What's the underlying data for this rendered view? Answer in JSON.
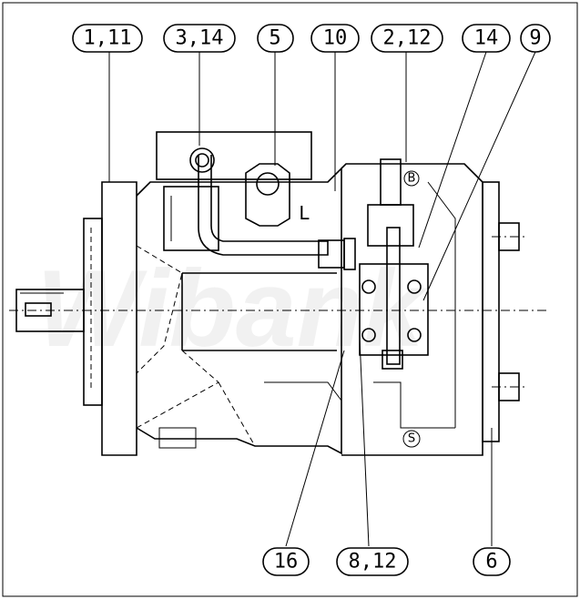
{
  "drawing": {
    "callouts_top": [
      "1,11",
      "3,14",
      "5",
      "10",
      "2,12",
      "14",
      "9"
    ],
    "callouts_bottom": [
      "16",
      "8,12",
      "6"
    ],
    "port_marks": {
      "B": "B",
      "L": "L",
      "S": "S"
    },
    "watermark": "Wibank"
  }
}
